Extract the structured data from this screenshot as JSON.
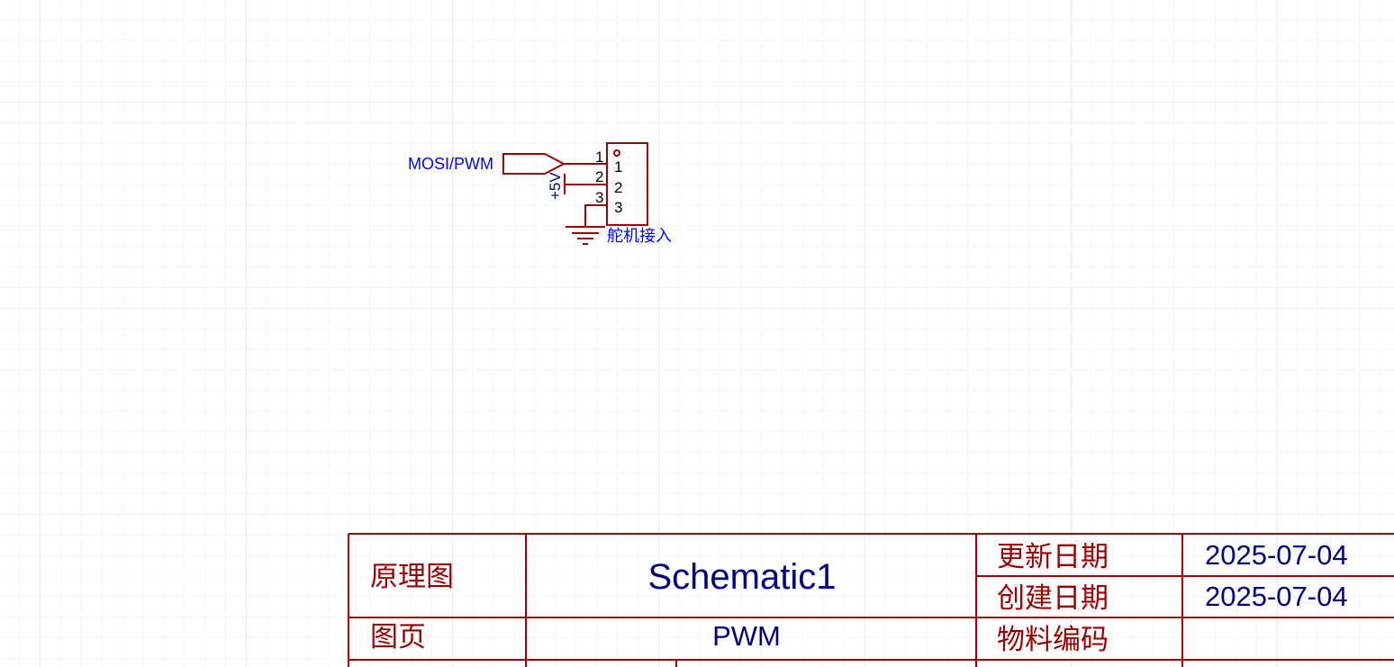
{
  "colors": {
    "wire": "#9b0000",
    "net_label": "#0000ff",
    "title_text": "#00007f",
    "title_label": "#9b0000",
    "pin_number": "#000000"
  },
  "schematic": {
    "net_label_mosi": "MOSI/PWM",
    "power_label": "+5V",
    "component_name": "舵机接入",
    "pin_numbers_outer": [
      "1",
      "2",
      "3"
    ],
    "pin_numbers_inner": [
      "1",
      "2",
      "3"
    ]
  },
  "title_block": {
    "label_schematic": "原理图",
    "schematic_name": "Schematic1",
    "label_updated": "更新日期",
    "updated_date": "2025-07-04",
    "label_created": "创建日期",
    "created_date": "2025-07-04",
    "label_page": "图页",
    "page_name": "PWM",
    "label_material": "物料编码",
    "material_code": ""
  }
}
